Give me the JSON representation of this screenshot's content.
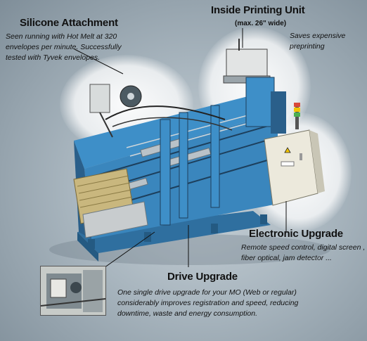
{
  "silicone": {
    "title": "Silicone Attachment",
    "lines": [
      "Seen running with Hot Melt at 320",
      "envelopes per minute. Successfully",
      "tested with Tyvek envelopes."
    ]
  },
  "printing": {
    "title": "Inside Printing Unit",
    "subtitle": "(max. 26\" wide)",
    "lines": [
      "Saves expensive",
      "preprinting"
    ]
  },
  "electronic": {
    "title": "Electronic Upgrade",
    "lines": [
      "Remote speed control, digital screen ,",
      "fiber optical, jam detector ..."
    ]
  },
  "drive": {
    "title": "Drive Upgrade",
    "lines": [
      "One single drive upgrade for your MO (Web or regular)",
      "considerably improves registration and speed, reducing",
      "downtime, waste and energy consumption."
    ]
  },
  "colors": {
    "machine_blue": "#3e8fc8",
    "machine_dark": "#2a5f8a",
    "cabinet": "#ece9dc",
    "warning_yellow": "#f2c400"
  },
  "icons": [
    "machine-illustration",
    "drive-inset-photo",
    "warning-icon"
  ]
}
